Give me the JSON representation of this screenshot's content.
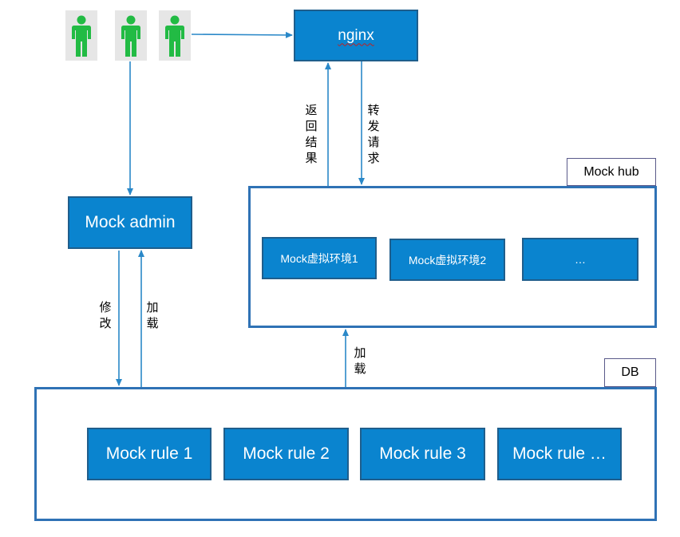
{
  "nginx": {
    "label": "nginx"
  },
  "mock_admin": {
    "label": "Mock admin"
  },
  "mock_hub": {
    "tag": "Mock hub",
    "envs": [
      "Mock虚拟环境1",
      "Mock虚拟环境2",
      "…"
    ]
  },
  "db": {
    "tag": "DB",
    "rules": [
      "Mock rule 1",
      "Mock rule 2",
      "Mock rule 3",
      "Mock rule …"
    ]
  },
  "edge_labels": {
    "return_result": "返回结果",
    "forward_request": "转发请求",
    "modify": "修改",
    "load_admin": "加载",
    "load_hub": "加载"
  },
  "users": [
    "user",
    "user",
    "user"
  ],
  "colors": {
    "box_fill": "#0a84cf",
    "box_border": "#1f5e8c",
    "outline": "#2f72b5",
    "arrow": "#2a88c8",
    "person": "#22bb44"
  }
}
